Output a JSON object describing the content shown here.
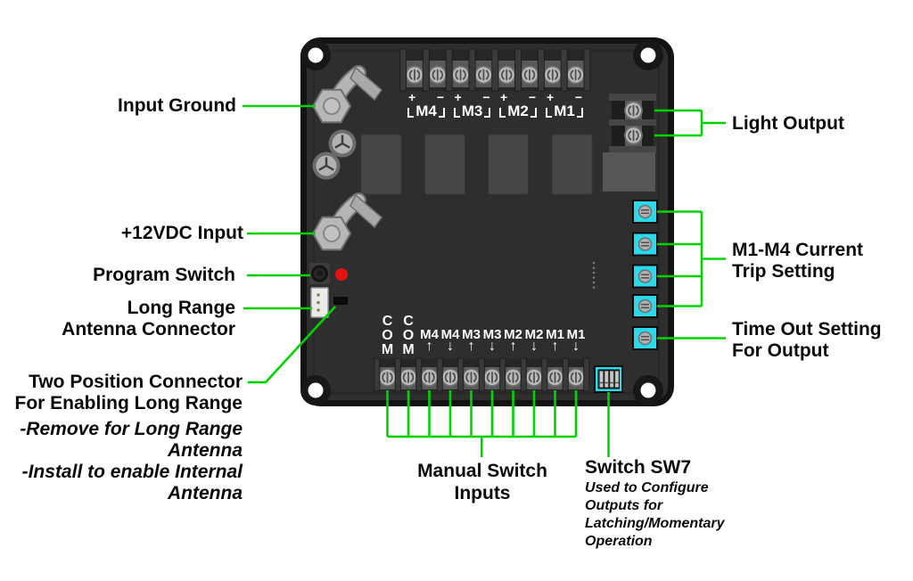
{
  "colors": {
    "leader_green": "#00d400",
    "pot_cyan": "#2bd9ec",
    "led_red": "#e51212",
    "board_face": "#2e2e2e"
  },
  "callouts": {
    "input_ground": "Input Ground",
    "vdc_input": "+12VDC Input",
    "program_switch": "Program Switch",
    "antenna_line1": "Long Range",
    "antenna_line2": "Antenna Connector",
    "two_position_line1": "Two Position Connector",
    "two_position_line2": "For Enabling Long Range",
    "two_position_note1": "-Remove for Long Range",
    "two_position_note2": "Antenna",
    "two_position_note3": "-Install to enable Internal",
    "two_position_note4": "Antenna",
    "light_output": "Light Output",
    "current_trip_line1": "M1-M4 Current",
    "current_trip_line2": "Trip Setting",
    "timeout_line1": "Time Out Setting",
    "timeout_line2": "For Output",
    "manual_line1": "Manual Switch",
    "manual_line2": "Inputs",
    "sw7_title": "Switch SW7",
    "sw7_note1": "Used to Configure",
    "sw7_note2": "Outputs for",
    "sw7_note3": "Latching/Momentary",
    "sw7_note4": "Operation"
  },
  "board": {
    "top_pairs": [
      {
        "plus": "+",
        "minus": "−",
        "label": "M4"
      },
      {
        "plus": "+",
        "minus": "−",
        "label": "M3"
      },
      {
        "plus": "+",
        "minus": "−",
        "label": "M2"
      },
      {
        "plus": "+",
        "minus": "−",
        "label": "M1"
      }
    ],
    "com_labels": [
      "COM",
      "COM"
    ],
    "bottom_labels": [
      "M4",
      "M4",
      "M3",
      "M3",
      "M2",
      "M2",
      "M1",
      "M1"
    ],
    "bottom_arrows": [
      "↑",
      "↓",
      "↑",
      "↓",
      "↑",
      "↓",
      "↑",
      "↓"
    ]
  }
}
